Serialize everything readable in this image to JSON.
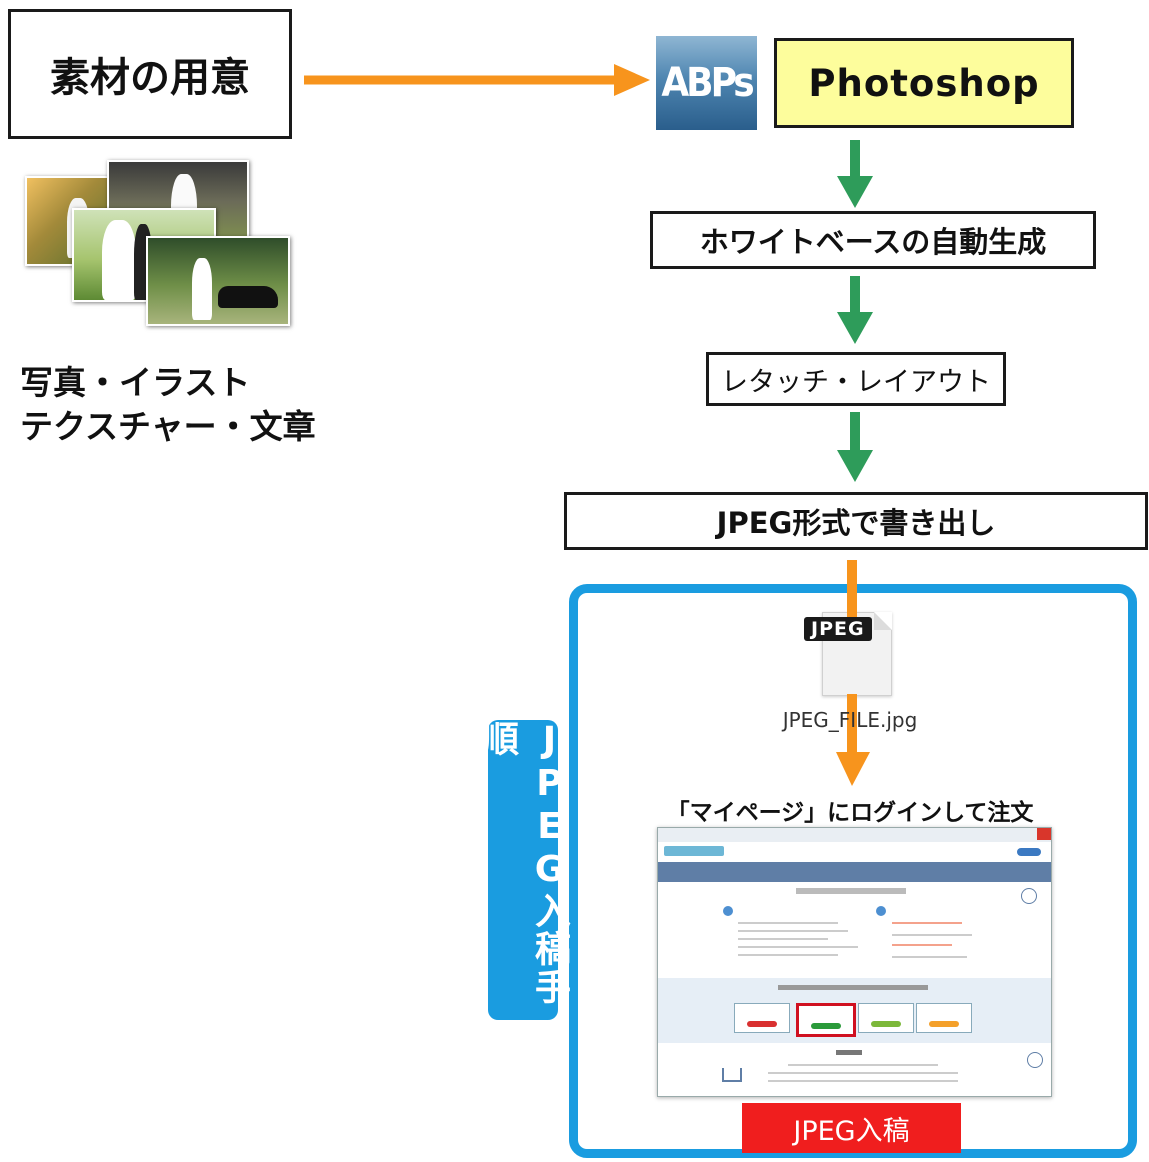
{
  "flow": {
    "prepare_materials": "素材の用意",
    "abps_logo": "ABPs",
    "photoshop": "Photoshop",
    "white_base": "ホワイトベースの自動生成",
    "retouch_layout": "レタッチ・レイアウト",
    "export_jpeg": "JPEG形式で書き出し"
  },
  "materials": {
    "line1": "写真・イラスト",
    "line2": "テクスチャー・文章"
  },
  "jpeg_section": {
    "tab_label": "JPEG入稿手順",
    "file_badge": "JPEG",
    "file_name": "JPEG_FILE.jpg",
    "login_instruction": "「マイページ」にログインして注文",
    "submit_button": "JPEG入稿"
  },
  "colors": {
    "orange_arrow": "#f7941d",
    "green_arrow": "#2e9c5a",
    "blue_frame": "#1a9ce0",
    "photoshop_box": "#fdfd9c",
    "submit_red": "#f01e1e"
  }
}
